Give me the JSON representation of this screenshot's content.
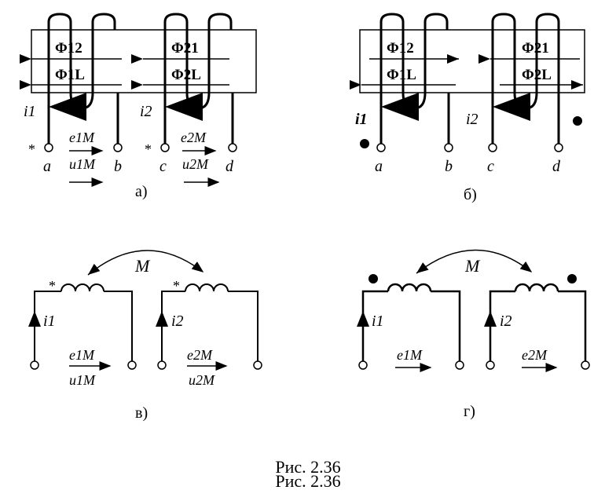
{
  "figure_caption": "Рис. 2.36",
  "figure_caption_ghost": "Рис. 2.36",
  "panels": {
    "a": {
      "label": "а)",
      "flux_12": "Φ12",
      "flux_1L": "Φ1L",
      "flux_21": "Φ21",
      "flux_2L": "Φ2L",
      "current_1": "i1",
      "current_2": "i2",
      "emf_1": "e1M",
      "volt_1": "u1M",
      "emf_2": "e2M",
      "volt_2": "u2M",
      "terminals": [
        "a",
        "b",
        "c",
        "d"
      ],
      "mark": "*"
    },
    "b": {
      "label": "б)",
      "flux_12": "Φ12",
      "flux_1L": "Φ1L",
      "flux_21": "Φ21",
      "flux_2L": "Φ2L",
      "current_1": "i1",
      "current_2": "i2",
      "terminals": [
        "a",
        "b",
        "c",
        "d"
      ]
    },
    "c": {
      "label": "в)",
      "mutual": "M",
      "current_1": "i1",
      "current_2": "i2",
      "emf_1": "e1M",
      "volt_1": "u1M",
      "emf_2": "e2M",
      "volt_2": "u2M",
      "mark": "*"
    },
    "d": {
      "label": "г)",
      "mutual": "M",
      "current_1": "i1",
      "current_2": "i2",
      "emf_1": "e1M",
      "emf_2": "e2M"
    }
  }
}
